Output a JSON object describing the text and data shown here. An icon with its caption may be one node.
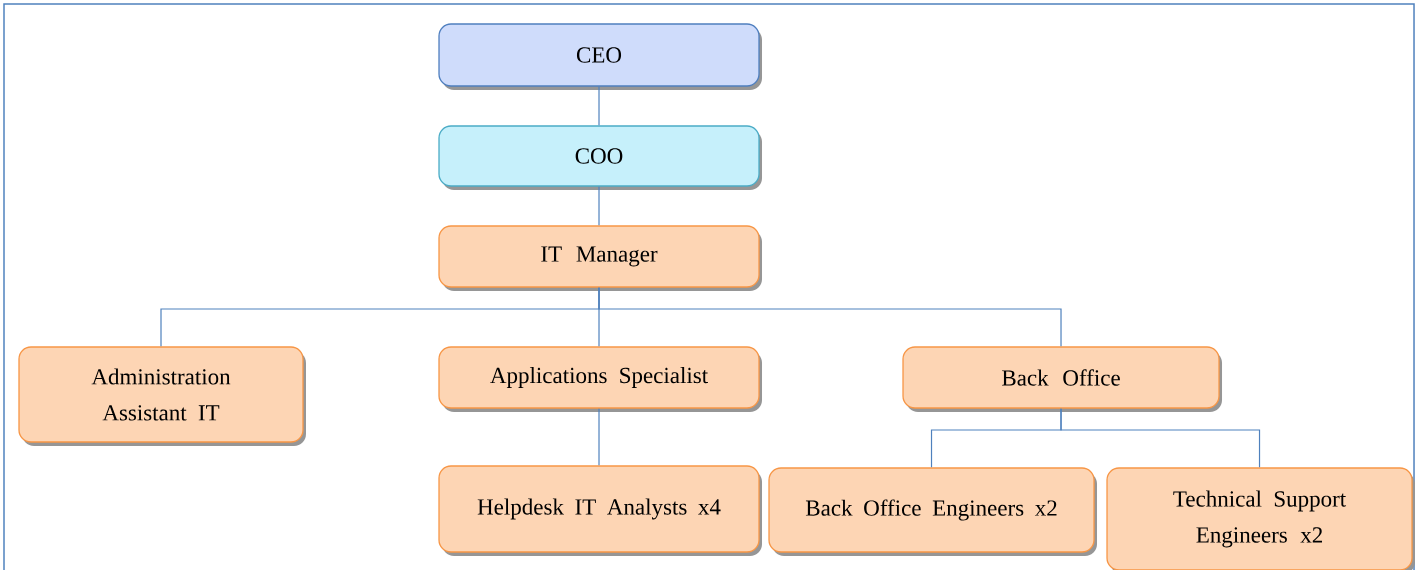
{
  "diagram": {
    "nodes": [
      {
        "text": [
          "CEO"
        ]
      },
      {
        "text": [
          "COO"
        ]
      },
      {
        "text": [
          "IT Manager"
        ]
      },
      {
        "text": [
          "Administration Assistant IT"
        ]
      },
      {
        "text": [
          "Applications Specialist"
        ]
      },
      {
        "text": [
          "Back Office"
        ]
      },
      {
        "text": [
          "Helpdesk IT Analysts x4"
        ]
      },
      {
        "text": [
          "Back Office Engineers x2"
        ]
      },
      {
        "text": [
          "Technical Support Engineers x2"
        ]
      }
    ],
    "edges": [
      {
        "from": 0,
        "to": 1,
        "arrow": "none"
      },
      {
        "from": 1,
        "to": 2,
        "arrow": "none"
      },
      {
        "from": 2,
        "to": 3,
        "arrow": "none"
      },
      {
        "from": 2,
        "to": 4,
        "arrow": "none"
      },
      {
        "from": 2,
        "to": 5,
        "arrow": "none"
      },
      {
        "from": 4,
        "to": 6,
        "arrow": "none"
      },
      {
        "from": 5,
        "to": 7,
        "arrow": "none"
      },
      {
        "from": 5,
        "to": 8,
        "arrow": "none"
      }
    ]
  }
}
